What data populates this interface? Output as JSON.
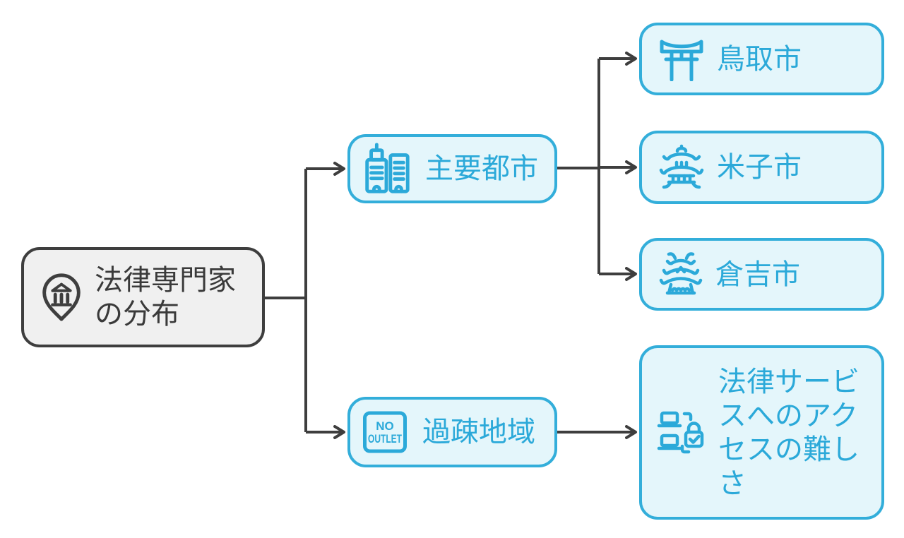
{
  "diagram": {
    "root": {
      "label": "法律専門家の分布",
      "icon": "map-pin-bank-icon"
    },
    "branches": [
      {
        "label": "主要都市",
        "icon": "city-buildings-icon",
        "children": [
          {
            "label": "鳥取市",
            "icon": "torii-gate-icon"
          },
          {
            "label": "米子市",
            "icon": "pagoda-temple-icon"
          },
          {
            "label": "倉吉市",
            "icon": "japanese-castle-icon"
          }
        ]
      },
      {
        "label": "過疎地域",
        "icon": "no-outlet-sign-icon",
        "sign_text": {
          "line1": "NO",
          "line2": "OUTLET"
        },
        "children": [
          {
            "label": "法律サービスへのアクセスの難しさ",
            "icon": "devices-lock-check-icon"
          }
        ]
      }
    ],
    "colors": {
      "accent": "#2BA9D9",
      "accent_border": "#33AEDA",
      "accent_fill": "#E4F6FB",
      "root_fill": "#F0F0F0",
      "root_border": "#3E3E3E",
      "connector": "#3E3E3E",
      "background": "#FFFFFF"
    }
  }
}
